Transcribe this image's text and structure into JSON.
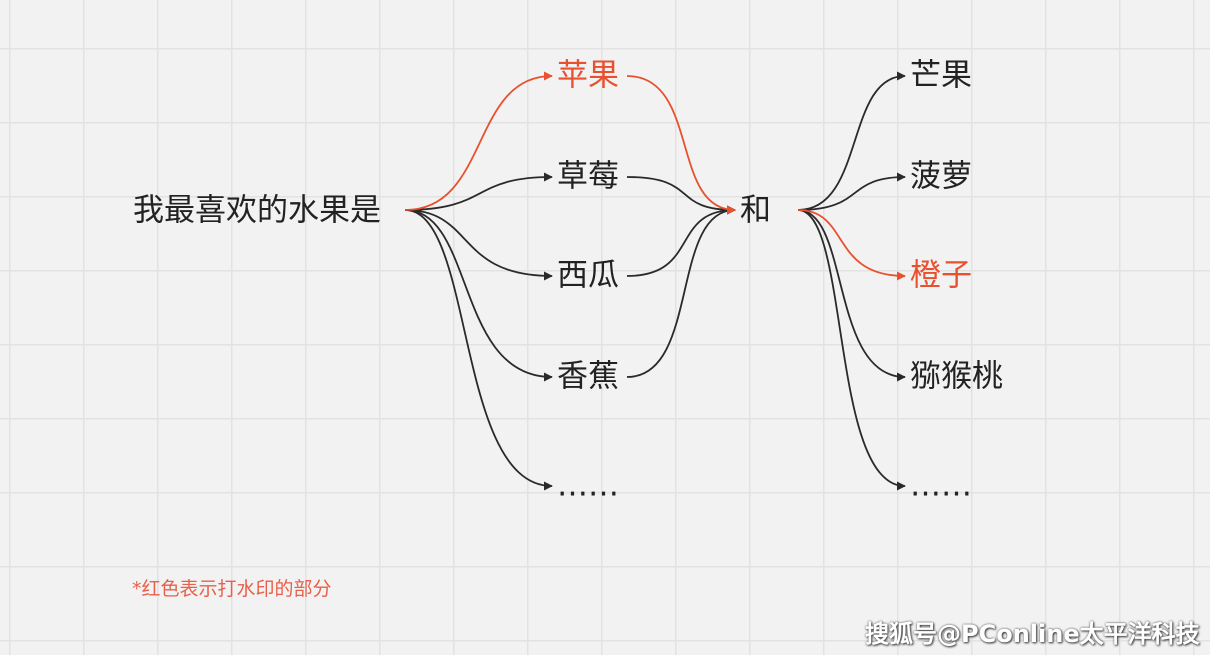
{
  "colors": {
    "highlight": "#e8512f",
    "normal": "#2a2a2a"
  },
  "source": "我最喜欢的水果是",
  "connector": "和",
  "first_choices": [
    {
      "label": "苹果",
      "highlight": true
    },
    {
      "label": "草莓",
      "highlight": false
    },
    {
      "label": "西瓜",
      "highlight": false
    },
    {
      "label": "香蕉",
      "highlight": false
    },
    {
      "label": "……",
      "highlight": false
    }
  ],
  "second_choices": [
    {
      "label": "芒果",
      "highlight": false
    },
    {
      "label": "菠萝",
      "highlight": false
    },
    {
      "label": "橙子",
      "highlight": true
    },
    {
      "label": "猕猴桃",
      "highlight": false
    },
    {
      "label": "……",
      "highlight": false
    }
  ],
  "note": "*红色表示打水印的部分",
  "watermark": "搜狐号@PConline太平洋科技"
}
